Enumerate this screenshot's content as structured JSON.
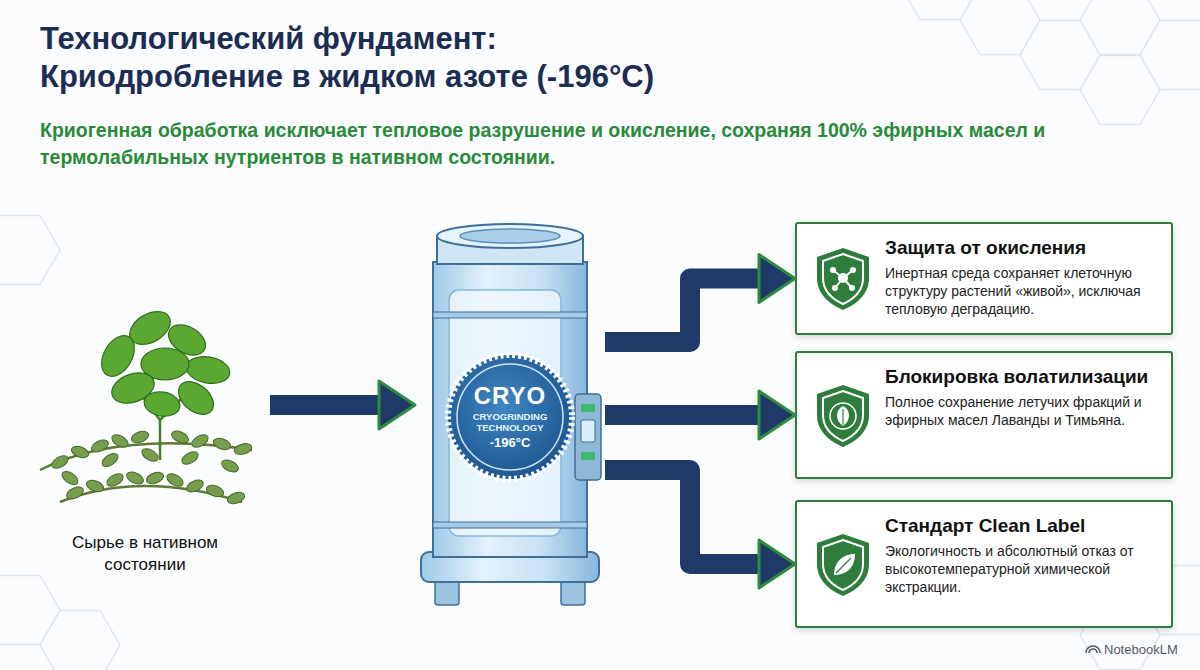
{
  "diagram": {
    "title": "Технологический фундамент: Криодробление в жидком азоте (-196°C)",
    "nodes": [
      {
        "text": [
          "Сырье в нативном состоянии"
        ]
      },
      {
        "text": [
          "CRYO",
          "CRYOGRINDING TECHNOLOGY",
          "-196°C"
        ]
      },
      {
        "text": [
          "Защита от окисления",
          "Инертная среда сохраняет клеточную структуру растений «живой», исключая тепловую деградацию."
        ]
      },
      {
        "text": [
          "Блокировка волатилизации",
          "Полное сохранение летучих фракций и эфирных масел Лаванды и Тимьяна."
        ]
      },
      {
        "text": [
          "Стандарт Clean Label",
          "Экологичность и абсолютный отказ от высокотемпературной химической экстракции."
        ]
      }
    ],
    "edges": [
      {
        "from": 0,
        "to": 1,
        "arrow": "to"
      },
      {
        "from": 1,
        "to": 2,
        "arrow": "to"
      },
      {
        "from": 1,
        "to": 3,
        "arrow": "to"
      },
      {
        "from": 1,
        "to": 4,
        "arrow": "to"
      }
    ],
    "labels": [
      "Криогенная обработка исключает тепловое разрушение и окисление, сохраняя 100% эфирных масел и термолабильных нутриентов в нативном состоянии.",
      "NotebookLM"
    ]
  }
}
